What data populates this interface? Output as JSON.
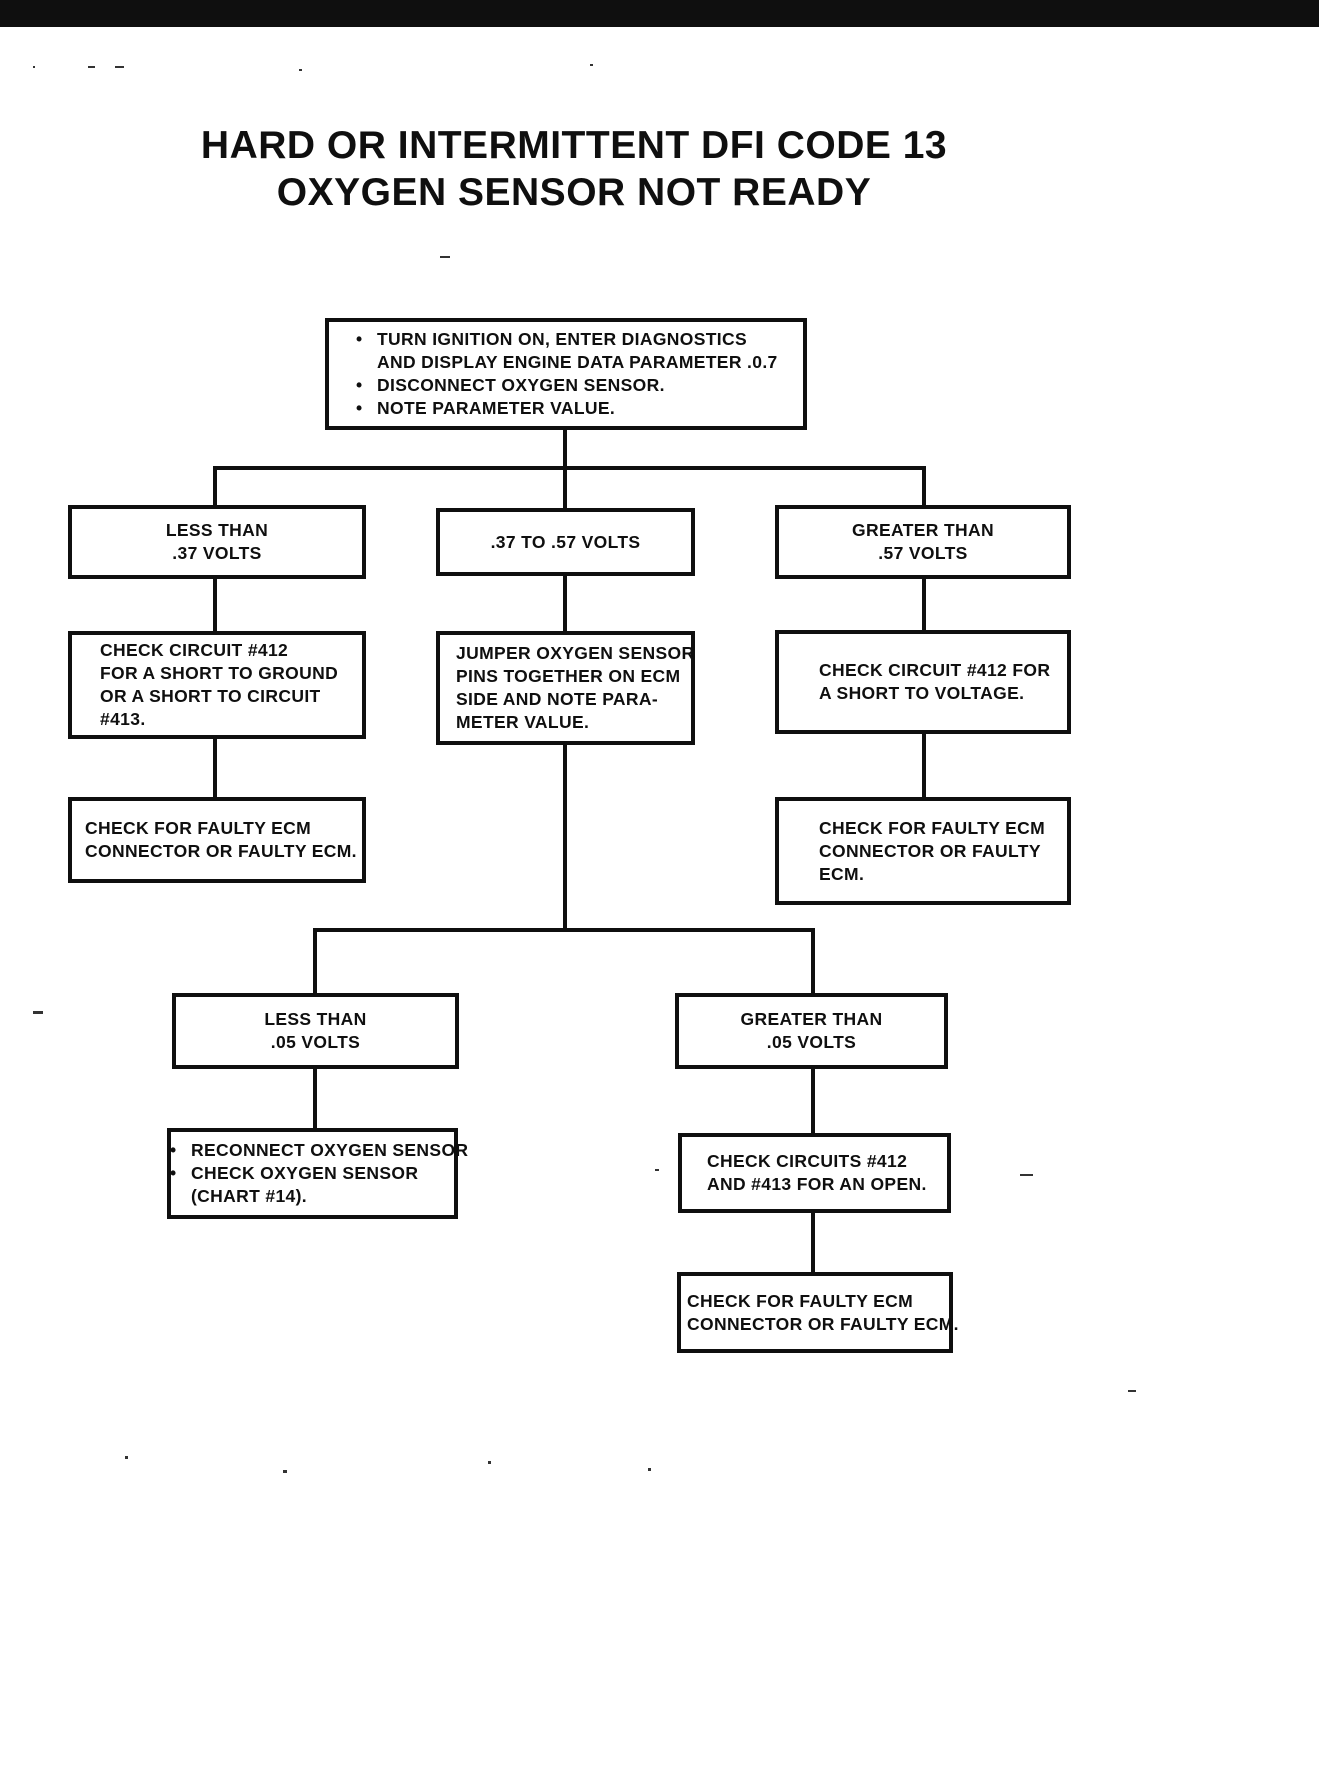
{
  "document": {
    "title_line1": "HARD OR INTERMITTENT DFI CODE 13",
    "title_line2": "OXYGEN SENSOR NOT READY"
  },
  "colors": {
    "ink": "#0f0f0f",
    "paper": "#ffffff"
  },
  "flowchart": {
    "nodes": {
      "start": {
        "lines": [
          "TURN IGNITION ON, ENTER DIAGNOSTICS",
          "AND DISPLAY ENGINE DATA PARAMETER .0.7",
          "DISCONNECT OXYGEN SENSOR.",
          "NOTE PARAMETER VALUE."
        ]
      },
      "less_than_37": {
        "lines": [
          "LESS THAN",
          ".37 VOLTS"
        ]
      },
      "between_37_57": {
        "lines": [
          ".37 TO .57 VOLTS"
        ]
      },
      "greater_than_57": {
        "lines": [
          "GREATER THAN",
          ".57 VOLTS"
        ]
      },
      "check_412_ground": {
        "lines": [
          "CHECK CIRCUIT #412",
          "FOR A SHORT TO GROUND",
          "OR A SHORT TO CIRCUIT",
          "#413."
        ]
      },
      "jumper_pins": {
        "lines": [
          "JUMPER OXYGEN SENSOR",
          "PINS TOGETHER ON ECM",
          "SIDE AND NOTE PARA-",
          "METER VALUE."
        ]
      },
      "check_412_voltage": {
        "lines": [
          "CHECK CIRCUIT #412 FOR",
          "A SHORT TO VOLTAGE."
        ]
      },
      "faulty_ecm_left": {
        "lines": [
          "CHECK FOR FAULTY ECM",
          "CONNECTOR OR FAULTY ECM."
        ]
      },
      "faulty_ecm_right": {
        "lines": [
          "CHECK FOR FAULTY ECM",
          "CONNECTOR OR FAULTY",
          "ECM."
        ]
      },
      "less_than_05": {
        "lines": [
          "LESS THAN",
          ".05 VOLTS"
        ]
      },
      "greater_than_05": {
        "lines": [
          "GREATER THAN",
          ".05 VOLTS"
        ]
      },
      "reconnect_sensor": {
        "lines": [
          "RECONNECT OXYGEN SENSOR",
          "CHECK OXYGEN SENSOR",
          "(CHART #14)."
        ]
      },
      "check_open": {
        "lines": [
          "CHECK CIRCUITS #412",
          "AND #413 FOR AN OPEN."
        ]
      },
      "faulty_ecm_bottom": {
        "lines": [
          "CHECK FOR FAULTY ECM",
          "CONNECTOR OR FAULTY ECM."
        ]
      }
    },
    "edges": [
      {
        "from": "start",
        "to": "less_than_37"
      },
      {
        "from": "start",
        "to": "between_37_57"
      },
      {
        "from": "start",
        "to": "greater_than_57"
      },
      {
        "from": "less_than_37",
        "to": "check_412_ground"
      },
      {
        "from": "check_412_ground",
        "to": "faulty_ecm_left"
      },
      {
        "from": "between_37_57",
        "to": "jumper_pins"
      },
      {
        "from": "greater_than_57",
        "to": "check_412_voltage"
      },
      {
        "from": "check_412_voltage",
        "to": "faulty_ecm_right"
      },
      {
        "from": "jumper_pins",
        "to": "less_than_05"
      },
      {
        "from": "jumper_pins",
        "to": "greater_than_05"
      },
      {
        "from": "less_than_05",
        "to": "reconnect_sensor"
      },
      {
        "from": "greater_than_05",
        "to": "check_open"
      },
      {
        "from": "check_open",
        "to": "faulty_ecm_bottom"
      }
    ]
  }
}
